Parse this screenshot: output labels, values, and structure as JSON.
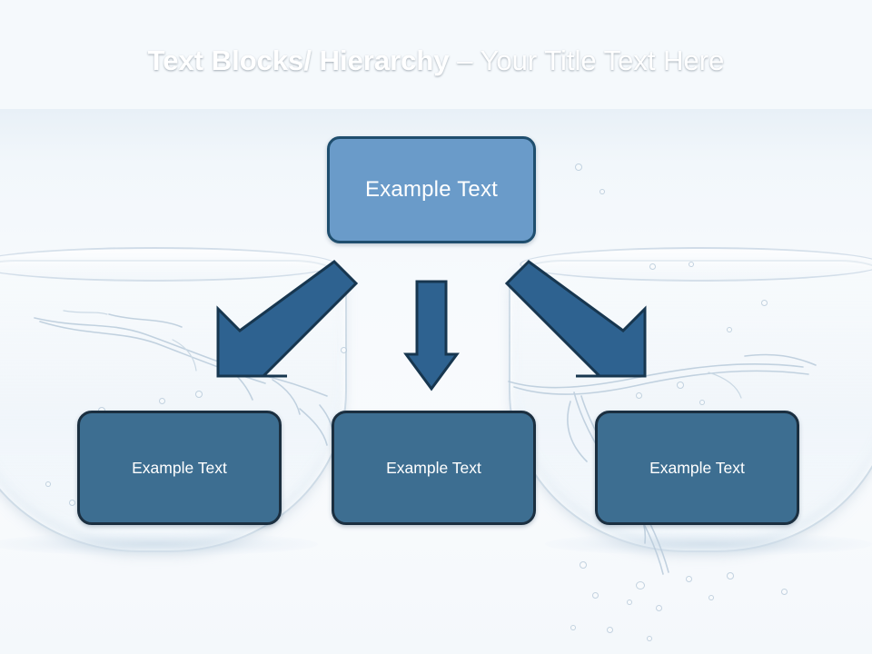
{
  "slide": {
    "title": {
      "bold_part": "Text Blocks/ Hierarchy",
      "separator": " – ",
      "light_part": "Your Title Text Here",
      "color": "#ffffff"
    },
    "theme": {
      "header_gradient_top": "#1b3f63",
      "header_gradient_mid": "#4a7ca2",
      "body_background": "#f5f9fc",
      "top_node_fill": "#6a9bc9",
      "top_node_border": "#1f4e6e",
      "bottom_node_fill": "#3d6e91",
      "bottom_node_border": "#1b2f40",
      "arrow_fill": "#2e6290",
      "arrow_border": "#17364f"
    },
    "hierarchy": {
      "parent": {
        "id": "node-top",
        "label": "Example  Text"
      },
      "children": [
        {
          "id": "node-b1",
          "label": "Example Text"
        },
        {
          "id": "node-b2",
          "label": "Example Text"
        },
        {
          "id": "node-b3",
          "label": "Example Text"
        }
      ],
      "connectors": [
        {
          "id": "arrow-left",
          "direction": "down-left",
          "from": "node-top",
          "to": "node-b1"
        },
        {
          "id": "arrow-middle",
          "direction": "down",
          "from": "node-top",
          "to": "node-b2"
        },
        {
          "id": "arrow-right",
          "direction": "down-right",
          "from": "node-top",
          "to": "node-b3"
        }
      ]
    },
    "background": {
      "description": "glass-bowl-water-splash",
      "objects": [
        "glass-bowl-left",
        "glass-bowl-right",
        "water-splash",
        "water-droplets"
      ]
    }
  }
}
